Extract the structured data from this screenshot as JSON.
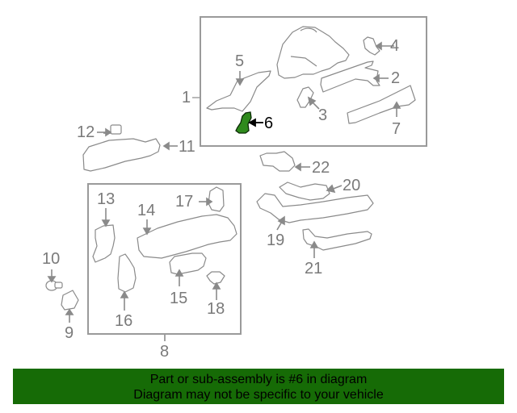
{
  "diagram": {
    "highlight_color": "#2f8a1c",
    "line_color": "#8a8a8a",
    "callouts": [
      {
        "id": "1",
        "label": "1"
      },
      {
        "id": "2",
        "label": "2"
      },
      {
        "id": "3",
        "label": "3"
      },
      {
        "id": "4",
        "label": "4"
      },
      {
        "id": "5",
        "label": "5"
      },
      {
        "id": "6",
        "label": "6"
      },
      {
        "id": "7",
        "label": "7"
      },
      {
        "id": "8",
        "label": "8"
      },
      {
        "id": "9",
        "label": "9"
      },
      {
        "id": "10",
        "label": "10"
      },
      {
        "id": "11",
        "label": "11"
      },
      {
        "id": "12",
        "label": "12"
      },
      {
        "id": "13",
        "label": "13"
      },
      {
        "id": "14",
        "label": "14"
      },
      {
        "id": "15",
        "label": "15"
      },
      {
        "id": "16",
        "label": "16"
      },
      {
        "id": "17",
        "label": "17"
      },
      {
        "id": "18",
        "label": "18"
      },
      {
        "id": "19",
        "label": "19"
      },
      {
        "id": "20",
        "label": "20"
      },
      {
        "id": "21",
        "label": "21"
      },
      {
        "id": "22",
        "label": "22"
      }
    ],
    "highlighted_part": "6"
  },
  "banner": {
    "line1": "Part or sub-assembly is #6 in diagram",
    "line2": "Diagram may not be specific to your vehicle",
    "background": "#166b06"
  }
}
